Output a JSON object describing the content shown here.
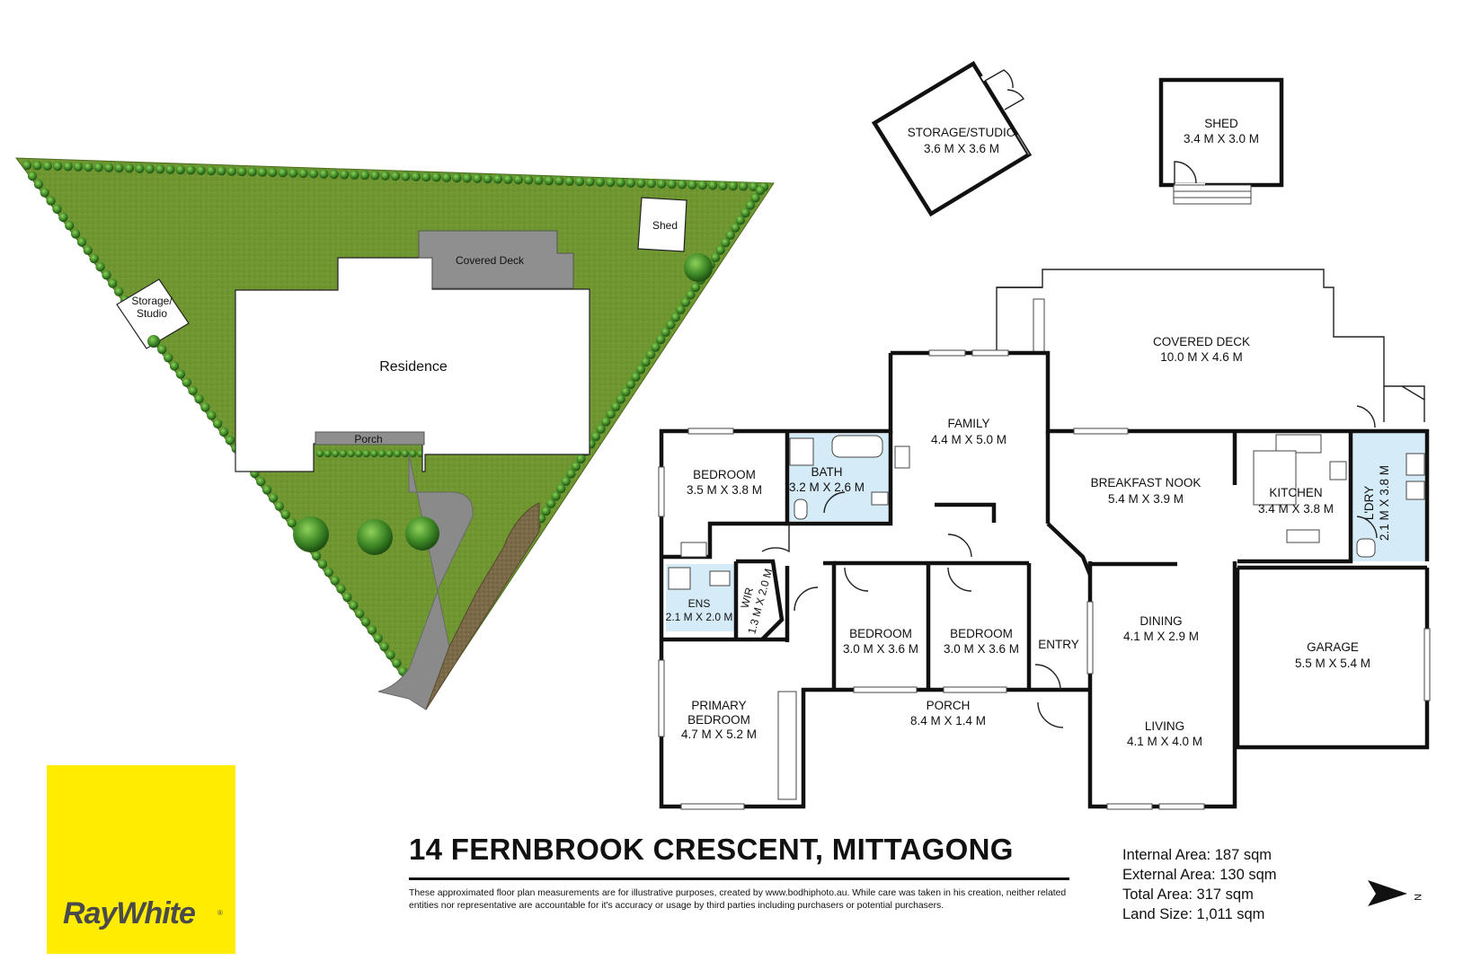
{
  "site_plan": {
    "residence": "Residence",
    "covered_deck": "Covered Deck",
    "porch": "Porch",
    "shed": "Shed",
    "storage_line1": "Storage/",
    "storage_line2": "Studio"
  },
  "rooms": {
    "storage_studio": {
      "name": "STORAGE/STUDIO",
      "dims": "3.6 M X 3.6 M"
    },
    "shed": {
      "name": "SHED",
      "dims": "3.4 M X 3.0 M"
    },
    "covered_deck": {
      "name": "COVERED DECK",
      "dims": "10.0 M X 4.6 M"
    },
    "family": {
      "name": "FAMILY",
      "dims": "4.4 M X 5.0 M"
    },
    "bedroom_nw": {
      "name": "BEDROOM",
      "dims": "3.5 M X 3.8 M"
    },
    "bath": {
      "name": "BATH",
      "dims": "3.2 M X 2.6 M"
    },
    "breakfast_nook": {
      "name": "BREAKFAST NOOK",
      "dims": "5.4 M X 3.9 M"
    },
    "kitchen": {
      "name": "KITCHEN",
      "dims": "3.4 M X 3.8 M"
    },
    "laundry": {
      "name": "L'DRY",
      "dims": "2.1 M X 3.8 M"
    },
    "ens": {
      "name": "ENS",
      "dims": "2.1 M X 2.0 M"
    },
    "wir": {
      "name": "WIR",
      "dims": "1.3 M X 2.0 M"
    },
    "bedroom_c1": {
      "name": "BEDROOM",
      "dims": "3.0 M X 3.6 M"
    },
    "bedroom_c2": {
      "name": "BEDROOM",
      "dims": "3.0 M X 3.6 M"
    },
    "entry": {
      "name": "ENTRY"
    },
    "dining": {
      "name": "DINING",
      "dims": "4.1 M X 2.9 M"
    },
    "garage": {
      "name": "GARAGE",
      "dims": "5.5 M X 5.4 M"
    },
    "primary_bedroom": {
      "name_line1": "PRIMARY",
      "name_line2": "BEDROOM",
      "dims": "4.7 M X 5.2 M"
    },
    "porch": {
      "name": "PORCH",
      "dims": "8.4 M X 1.4 M"
    },
    "living": {
      "name": "LIVING",
      "dims": "4.1 M X 4.0 M"
    }
  },
  "address": "14 FERNBROOK CRESCENT, MITTAGONG",
  "disclaimer": "These approximated floor plan measurements are for illustrative purposes, created by www.bodhiphoto.au. While care was taken in his creation, neither related entities nor representative are accountable for it's accuracy or usage by third parties including purchasers or potential purchasers.",
  "areas": {
    "internal": "Internal Area: 187 sqm",
    "external": "External Area: 130 sqm",
    "total": "Total Area: 317 sqm",
    "land": "Land Size: 1,011 sqm"
  },
  "compass": {
    "label": "N",
    "icon": "north-arrow-icon"
  },
  "brand": {
    "name": "RayWhite",
    "trademark": "®",
    "color": "#ffec00"
  },
  "colors": {
    "lawn": "#6f9630",
    "wet_area": "#d5ebf7",
    "driveway": "#8a8a8a",
    "deck": "#8f8f8f"
  }
}
